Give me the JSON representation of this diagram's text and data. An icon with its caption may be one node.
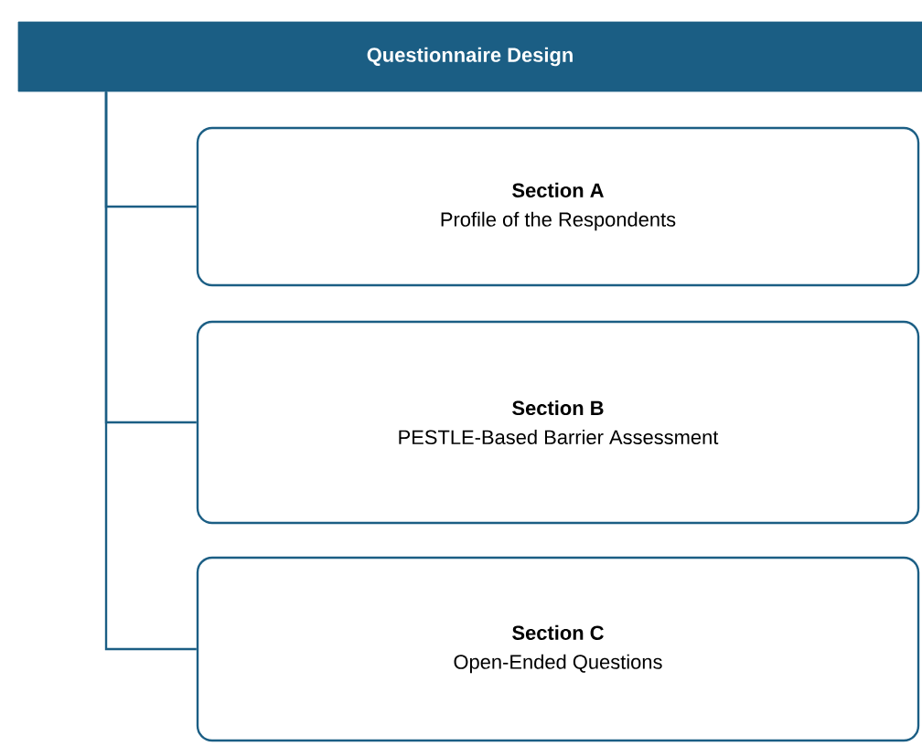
{
  "diagram": {
    "nodes": [
      {
        "text": [
          "Questionnaire Design"
        ]
      },
      {
        "text": [
          "Section A",
          "Profile of the Respondents"
        ]
      },
      {
        "text": [
          "Section B",
          "PESTLE-Based Barrier Assessment"
        ]
      },
      {
        "text": [
          "Section C",
          "Open-Ended Questions"
        ]
      }
    ],
    "edges": [
      {
        "from": 0,
        "to": 1,
        "arrow": "none"
      },
      {
        "from": 0,
        "to": 2,
        "arrow": "none"
      },
      {
        "from": 0,
        "to": 3,
        "arrow": "none"
      }
    ]
  }
}
